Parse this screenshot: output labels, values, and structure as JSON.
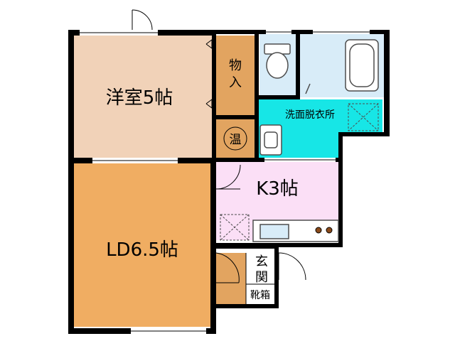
{
  "rooms": {
    "western": "洋室5帖",
    "storage": "物入",
    "water_heater": "温",
    "washroom": "洗面脱衣所",
    "kitchen": "K3帖",
    "living_dining": "LD6.5帖",
    "entrance": "玄関",
    "shoe_box": "靴箱"
  },
  "colors": {
    "western": "#f1d2b8",
    "storage": "#e2a460",
    "washroom": "#17e6e6",
    "kitchen": "#fbdff6",
    "living_dining": "#f0ad62",
    "bath": "#d8ecf8",
    "wall": "#000000",
    "fixture": "#4d4d4d"
  },
  "icons": [
    "door-swing-icon",
    "toilet-icon",
    "bathtub-icon",
    "washbasin-icon",
    "sink-icon",
    "stove-icon",
    "washer-pan-icon"
  ]
}
